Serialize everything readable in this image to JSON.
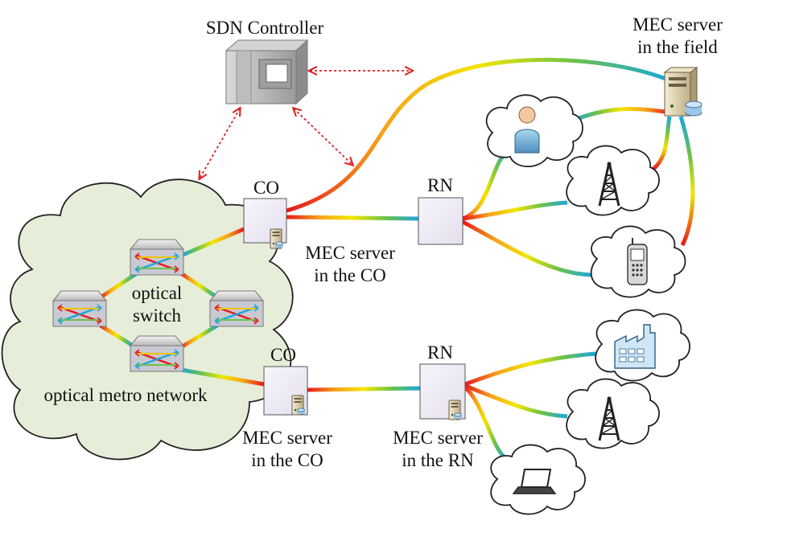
{
  "labels": {
    "sdn_controller": "SDN Controller",
    "mec_field_line1": "MEC server",
    "mec_field_line2": "in the field",
    "co_top": "CO",
    "rn_top": "RN",
    "mec_co_top_line1": "MEC server",
    "mec_co_top_line2": "in the CO",
    "optical_switch_line1": "optical",
    "optical_switch_line2": "switch",
    "co_bottom": "CO",
    "rn_bottom": "RN",
    "metro_network": "optical metro network",
    "mec_co_bottom_line1": "MEC server",
    "mec_co_bottom_line2": "in the CO",
    "mec_rn_line1": "MEC server",
    "mec_rn_line2": "in the RN"
  },
  "colors": {
    "cloud_fill": "#e6eed9",
    "control_link": "#e02020",
    "node_fill": "#f1eef7",
    "fiber_gradient": [
      "#e8171c",
      "#f7a21b",
      "#f2e600",
      "#6cc24a",
      "#1aa6dd"
    ]
  },
  "icons": {
    "controller": "sdn-controller-icon",
    "server": "server-icon",
    "switch": "optical-switch-icon",
    "user": "user-icon",
    "tower": "antenna-tower-icon",
    "phone": "mobile-phone-icon",
    "factory": "factory-icon",
    "laptop": "laptop-icon"
  }
}
